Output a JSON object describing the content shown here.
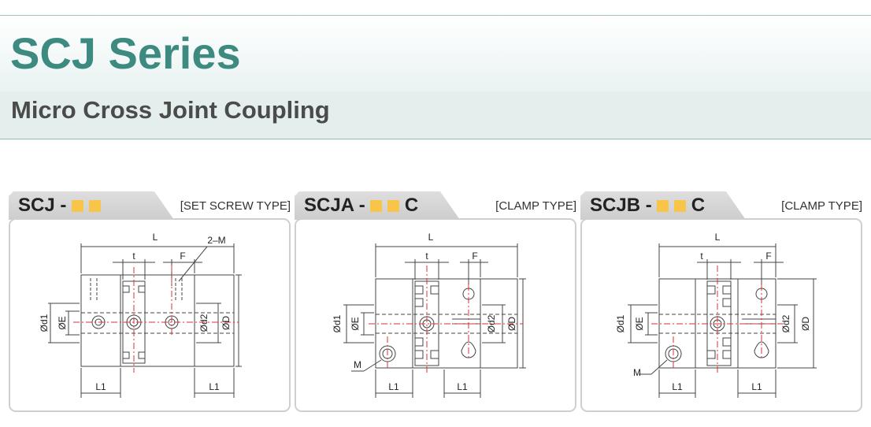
{
  "header": {
    "series_title": "SCJ Series",
    "series_subtitle": "Micro Cross Joint Coupling"
  },
  "colors": {
    "title": "#3c8a80",
    "band": "#e3eeed",
    "placeholder_square": "#f8c549",
    "centerline": "#e03030"
  },
  "panels": [
    {
      "model_prefix": "SCJ -",
      "model_suffix": "",
      "type_label": "[SET SCREW TYPE]",
      "labels": {
        "L": "L",
        "t": "t",
        "F": "F",
        "M": "2–M",
        "d1": "Ød1",
        "E": "ØE",
        "d2": "Ød2",
        "D": "ØD",
        "L1": "L1"
      }
    },
    {
      "model_prefix": "SCJA -",
      "model_suffix": "C",
      "type_label": "[CLAMP TYPE]",
      "labels": {
        "L": "L",
        "t": "t",
        "F": "F",
        "M": "M",
        "d1": "Ød1",
        "E": "ØE",
        "d2": "Ød2",
        "D": "ØD",
        "L1": "L1"
      }
    },
    {
      "model_prefix": "SCJB -",
      "model_suffix": "C",
      "type_label": "[CLAMP TYPE]",
      "labels": {
        "L": "L",
        "t": "t",
        "F": "F",
        "M": "M",
        "d1": "Ød1",
        "E": "ØE",
        "d2": "Ød2",
        "D": "ØD",
        "L1": "L1"
      }
    }
  ]
}
